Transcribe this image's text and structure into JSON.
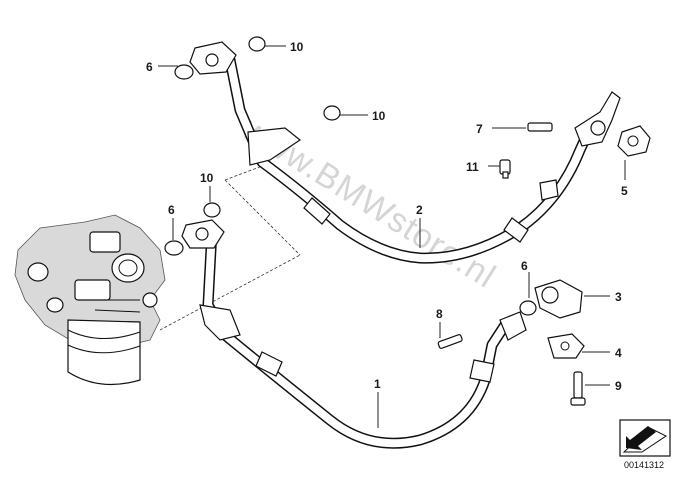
{
  "watermark": "www.BMWstore.nl",
  "diagram_id": "00141312",
  "callouts": [
    {
      "id": "c1",
      "label": "1"
    },
    {
      "id": "c2",
      "label": "2"
    },
    {
      "id": "c3",
      "label": "3"
    },
    {
      "id": "c4",
      "label": "4"
    },
    {
      "id": "c5",
      "label": "5"
    },
    {
      "id": "c6a",
      "label": "6"
    },
    {
      "id": "c6b",
      "label": "6"
    },
    {
      "id": "c6c",
      "label": "6"
    },
    {
      "id": "c7",
      "label": "7"
    },
    {
      "id": "c8",
      "label": "8"
    },
    {
      "id": "c9",
      "label": "9"
    },
    {
      "id": "c10a",
      "label": "10"
    },
    {
      "id": "c10b",
      "label": "10"
    },
    {
      "id": "c10c",
      "label": "10"
    },
    {
      "id": "c11",
      "label": "11"
    }
  ],
  "icons": {
    "corner_badge": "arrow-badge-icon",
    "engine": "engine-block-icon"
  }
}
